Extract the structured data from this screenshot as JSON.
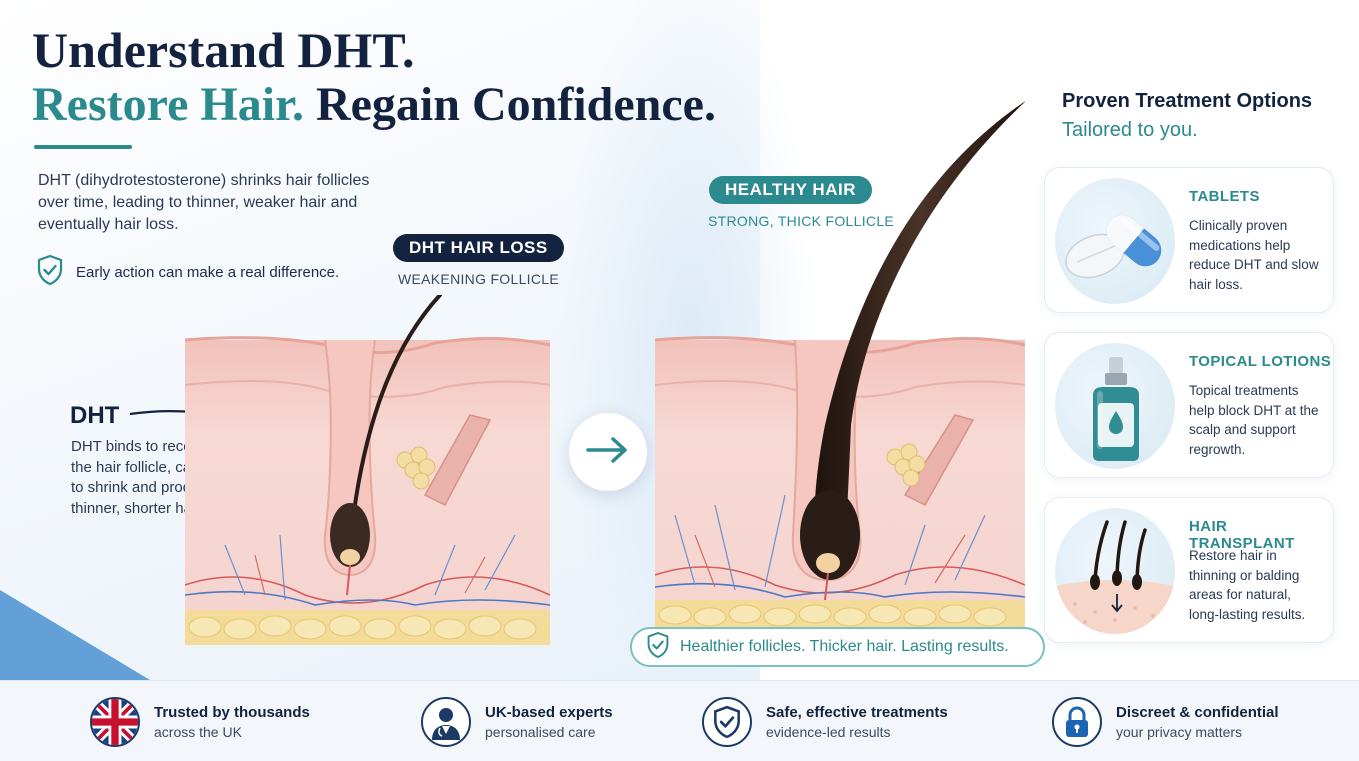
{
  "headline": {
    "line1": "Understand DHT.",
    "line2_teal": "Restore Hair.",
    "line2_navy": "Regain Confidence."
  },
  "intro": "DHT (dihydrotestosterone) shrinks hair follicles over time, leading to thinner, weaker hair and eventually hair loss.",
  "early_action": "Early action can make a real difference.",
  "loss": {
    "label": "DHT HAIR LOSS",
    "sub": "WEAKENING FOLLICLE"
  },
  "healthy": {
    "label": "HEALTHY HAIR",
    "sub": "STRONG, THICK FOLLICLE"
  },
  "dht": {
    "title": "DHT",
    "desc": "DHT binds to receptors in the hair follicle, causing it to shrink and produce thinner, shorter hair."
  },
  "tagline": "Healthier follicles. Thicker hair. Lasting results.",
  "treatments": {
    "title": "Proven Treatment Options",
    "subtitle": "Tailored to you.",
    "cards": [
      {
        "title": "TABLETS",
        "text": "Clinically proven medications help reduce DHT and slow hair loss.",
        "icon": "tablets-icon"
      },
      {
        "title": "TOPICAL LOTIONS",
        "text": "Topical treatments help block DHT at the scalp and support regrowth.",
        "icon": "lotion-bottle-icon"
      },
      {
        "title": "HAIR TRANSPLANT",
        "text": "Restore hair in thinning or balding areas for natural, long-lasting results.",
        "icon": "hair-transplant-icon"
      }
    ]
  },
  "footer": [
    {
      "title": "Trusted by thousands",
      "sub": "across the UK",
      "icon": "uk-flag-icon"
    },
    {
      "title": "UK-based experts",
      "sub": "personalised care",
      "icon": "doctor-icon"
    },
    {
      "title": "Safe, effective treatments",
      "sub": "evidence-led results",
      "icon": "shield-check-icon"
    },
    {
      "title": "Discreet & confidential",
      "sub": "your privacy matters",
      "icon": "lock-icon"
    }
  ],
  "colors": {
    "navy": "#13233f",
    "teal": "#2b8a8e",
    "skin": "#f3c9c4",
    "fat": "#f2dc96"
  }
}
